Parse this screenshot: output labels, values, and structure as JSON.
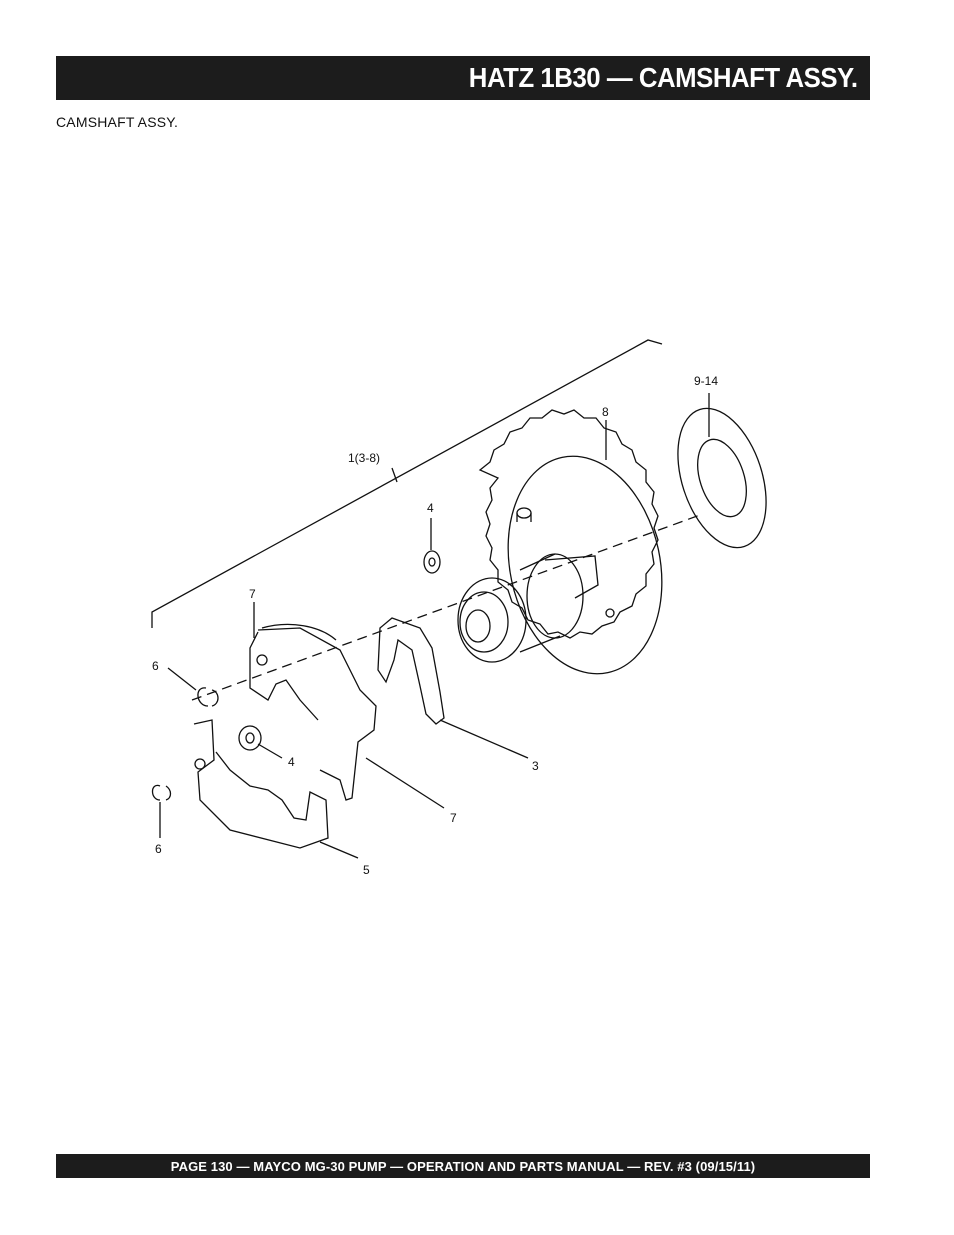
{
  "header": {
    "title": "HATZ 1B30 — CAMSHAFT ASSY."
  },
  "subtitle": "CAMSHAFT ASSY.",
  "diagram": {
    "callouts": {
      "c_1_3_8": "1(3-8)",
      "c_9_14": "9-14",
      "c_8": "8",
      "c_4_top": "4",
      "c_7_top": "7",
      "c_6_top": "6",
      "c_4_bottom": "4",
      "c_3": "3",
      "c_7_bottom": "7",
      "c_6_bottom": "6",
      "c_5": "5"
    }
  },
  "footer": {
    "text": "PAGE 130 — MAYCO  MG-30 PUMP — OPERATION AND PARTS MANUAL — REV. #3 (09/15/11)"
  }
}
